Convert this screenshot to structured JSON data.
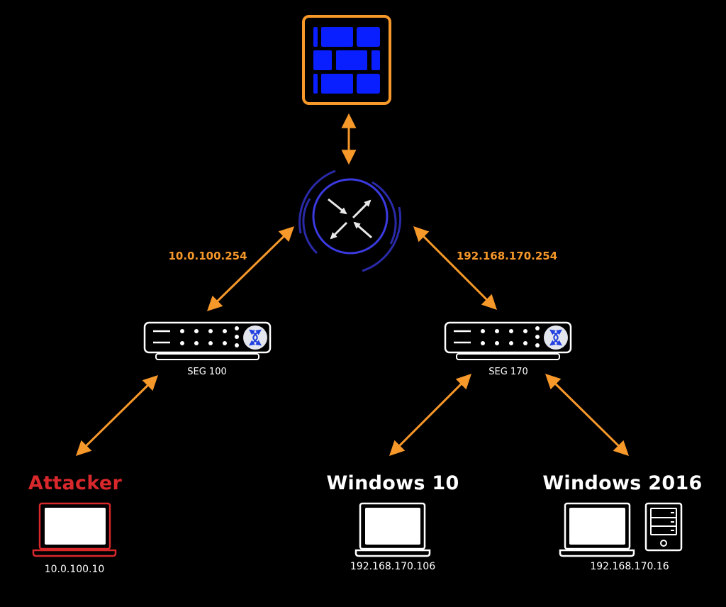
{
  "colors": {
    "background": "#000000",
    "link": "#F7982A",
    "firewall_border": "#F7982A",
    "firewall_brick": "#0A1FFF",
    "router_ring": "#3A3AE0",
    "router_arc": "#2A2AA8",
    "attacker": "#D8282C",
    "normal": "#FFFFFF",
    "switch_glyph": "#2140E0",
    "switch_badge": "#E4E6EE"
  },
  "firewall": {
    "icon": "firewall-brick-icon"
  },
  "router": {
    "icon": "router-icon",
    "left_ip": "10.0.100.254",
    "right_ip": "192.168.170.254"
  },
  "switches": [
    {
      "id": "seg100",
      "label": "SEG 100",
      "icon": "network-switch-icon"
    },
    {
      "id": "seg170",
      "label": "SEG 170",
      "icon": "network-switch-icon"
    }
  ],
  "hosts": [
    {
      "id": "attacker",
      "title": "Attacker",
      "ip": "10.0.100.10",
      "icons": [
        "laptop-icon"
      ],
      "role": "attacker"
    },
    {
      "id": "win10",
      "title": "Windows 10",
      "ip": "192.168.170.106",
      "icons": [
        "laptop-icon"
      ],
      "role": "normal"
    },
    {
      "id": "win2016",
      "title": "Windows 2016",
      "ip": "192.168.170.16",
      "icons": [
        "laptop-icon",
        "server-tower-icon"
      ],
      "role": "normal"
    }
  ],
  "links": [
    {
      "from": "firewall",
      "to": "router",
      "bidirectional": true
    },
    {
      "from": "router",
      "to": "seg100",
      "bidirectional": true
    },
    {
      "from": "router",
      "to": "seg170",
      "bidirectional": true
    },
    {
      "from": "seg100",
      "to": "attacker",
      "bidirectional": true
    },
    {
      "from": "seg170",
      "to": "win10",
      "bidirectional": true
    },
    {
      "from": "seg170",
      "to": "win2016",
      "bidirectional": true
    }
  ]
}
